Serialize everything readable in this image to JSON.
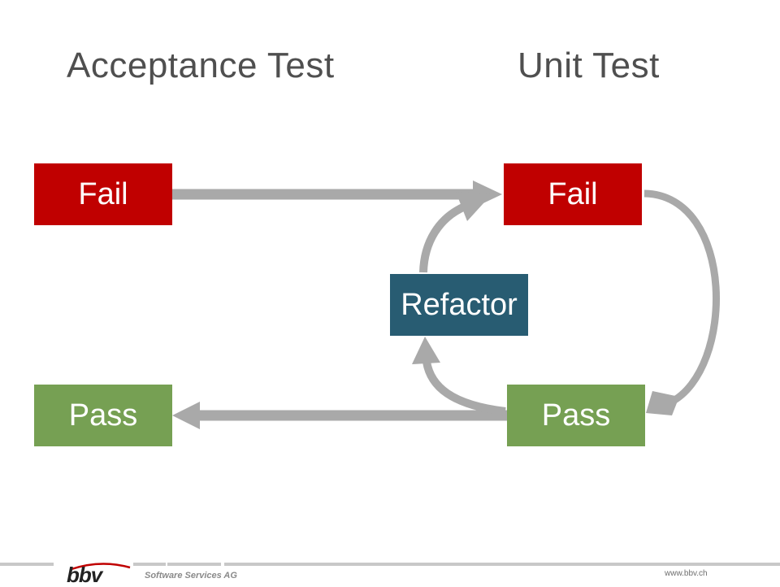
{
  "headings": {
    "acceptance": "Acceptance Test",
    "unit": "Unit Test"
  },
  "boxes": {
    "acceptance_fail": "Fail",
    "acceptance_pass": "Pass",
    "unit_fail": "Fail",
    "unit_pass": "Pass",
    "refactor": "Refactor"
  },
  "colors": {
    "fail": "#c00000",
    "pass": "#76a053",
    "refactor": "#285c72",
    "arrow": "#a9a9a9"
  },
  "footer": {
    "logo": "bbv",
    "company": "Software Services AG",
    "website": "www.bbv.ch"
  }
}
